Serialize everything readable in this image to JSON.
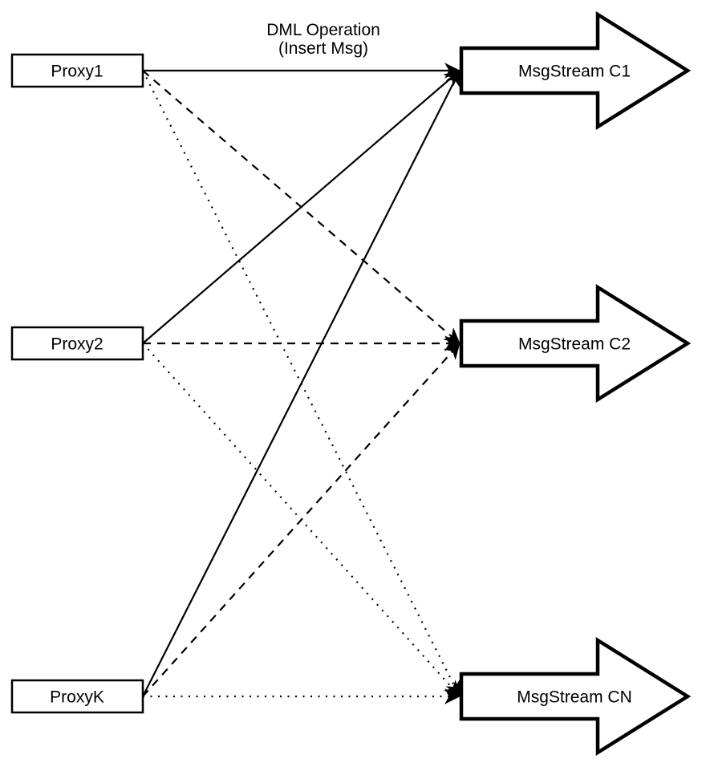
{
  "title": {
    "line1": "DML Operation",
    "line2": "(Insert Msg)"
  },
  "diagram": {
    "proxies": [
      {
        "id": "proxy1",
        "label": "Proxy1"
      },
      {
        "id": "proxy2",
        "label": "Proxy2"
      },
      {
        "id": "proxyk",
        "label": "ProxyK"
      }
    ],
    "streams": [
      {
        "id": "c1",
        "label": "MsgStream C1",
        "incoming_line_style": "solid"
      },
      {
        "id": "c2",
        "label": "MsgStream C2",
        "incoming_line_style": "dashed"
      },
      {
        "id": "cn",
        "label": "MsgStream CN",
        "incoming_line_style": "dotted"
      }
    ],
    "edges": [
      {
        "from": "proxy1",
        "to": "c1",
        "style": "solid"
      },
      {
        "from": "proxy1",
        "to": "c2",
        "style": "dashed"
      },
      {
        "from": "proxy1",
        "to": "cn",
        "style": "dotted"
      },
      {
        "from": "proxy2",
        "to": "c1",
        "style": "solid"
      },
      {
        "from": "proxy2",
        "to": "c2",
        "style": "dashed"
      },
      {
        "from": "proxy2",
        "to": "cn",
        "style": "dotted"
      },
      {
        "from": "proxyk",
        "to": "c1",
        "style": "solid"
      },
      {
        "from": "proxyk",
        "to": "c2",
        "style": "dashed"
      },
      {
        "from": "proxyk",
        "to": "cn",
        "style": "dotted"
      }
    ],
    "colors": {
      "stroke": "#000000",
      "shape_fill": "#ffffff",
      "background": "#ffffff"
    }
  }
}
